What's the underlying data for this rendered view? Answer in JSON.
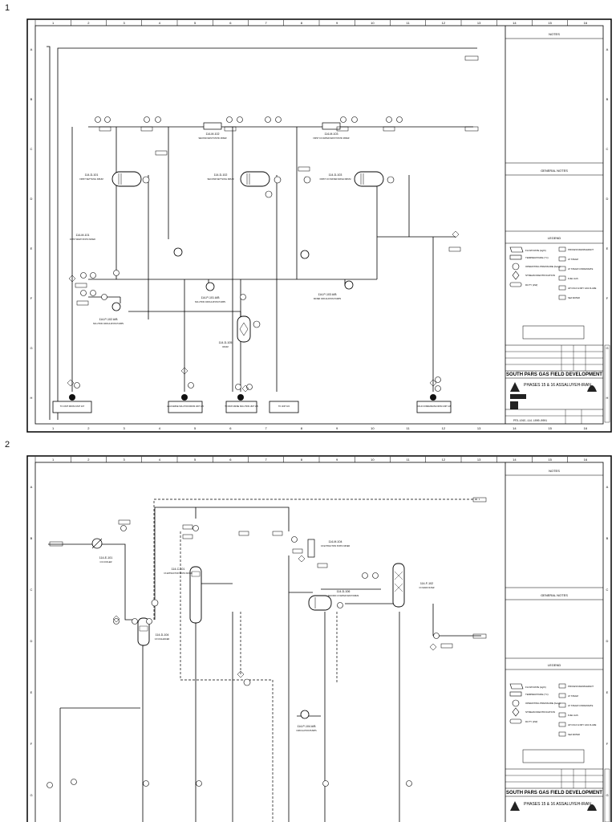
{
  "pages": [
    {
      "number": "1",
      "grid_cols": [
        "1",
        "2",
        "3",
        "4",
        "5",
        "6",
        "7",
        "8",
        "9",
        "10",
        "11",
        "12",
        "13",
        "14",
        "15",
        "16"
      ],
      "grid_rows": [
        "A",
        "B",
        "C",
        "D",
        "E",
        "F",
        "G",
        "H"
      ],
      "corner_tag": "",
      "equipment": [
        {
          "tag": "114-D-101",
          "name": "FIRST SETTLING DRUM"
        },
        {
          "tag": "114-D-102",
          "name": "SECOND SETTLING DRUM"
        },
        {
          "tag": "114-D-103",
          "name": "FIRST CO WATER WASH DRUM"
        },
        {
          "tag": "114-M-102",
          "name": "SECOND WASH STATIC MIXER"
        },
        {
          "tag": "114-M-103",
          "name": "FIRST CO WATER WASH STATIC MIXER"
        },
        {
          "tag": "114-M-101",
          "name": "FIRST WASH STATIC MIXER"
        },
        {
          "tag": "114-P-101 A/B",
          "name": "SOLUTION CIRCULATION PUMPS"
        },
        {
          "tag": "114-P-102 A/B",
          "name": "SOLUTION CIRCULATION PUMPS"
        },
        {
          "tag": "114-P-103 A/B",
          "name": "WATER CIRCULATION PUMPS"
        },
        {
          "tag": "114-D-105",
          "name": "DRUM"
        }
      ],
      "bottom_boxes": [
        {
          "label": "TO UNIT FROM UNIT 107"
        },
        {
          "label": "LEAN AMINE SOLUTION FROM UNIT 115"
        },
        {
          "label": "TO RICH AMINE SOLUTION UNIT 115"
        },
        {
          "label": "TO UNIT 115"
        },
        {
          "label": "COLD CONDENSATE FROM UNIT 115"
        }
      ],
      "notes_title": "NOTES",
      "general_notes_title": "GENERAL NOTES",
      "legend_title": "LEGEND",
      "legend_items": [
        "FLOW RATE (kg/h)",
        "TEMPERATURE (°C)",
        "OPERATING PRESSURE (barg)",
        "STREAM IDENTIFICATION",
        "DUTY (kW)"
      ],
      "legend_right": [
        "PROCESS REFRIGERANT",
        "LP STEAM",
        "LP STEAM CONDENSATE",
        "FUEL GAS",
        "HP COLD & DRY GAS FLARE",
        "SEA WATER"
      ],
      "project_title": "SOUTH PARS GAS FIELD DEVELOPMENT",
      "project_sub": "PHASES 15 & 16 ASSALUYEH-IRAN",
      "doc_number": "PFD-1015-114-1000-0001"
    },
    {
      "number": "2",
      "grid_cols": [
        "1",
        "2",
        "3",
        "4",
        "5",
        "6",
        "7",
        "8",
        "9",
        "10",
        "11",
        "12",
        "13",
        "14",
        "15",
        "16"
      ],
      "grid_rows": [
        "A",
        "B",
        "C",
        "D",
        "E",
        "F",
        "G"
      ],
      "equipment": [
        {
          "tag": "114-E-101",
          "name": "C3 COOLER"
        },
        {
          "tag": "114-C-101",
          "name": "C3 EXTRACTOR STATIC MIXER"
        },
        {
          "tag": "114-D-104",
          "name": "C3 COALESCER"
        },
        {
          "tag": "114-M-104",
          "name": "C3 EXTRACTION STATIC MIXER"
        },
        {
          "tag": "114-D-106",
          "name": "SECOND C3 WATER WASH DRUM"
        },
        {
          "tag": "114-F-102",
          "name": "C3 SAND FILTER"
        },
        {
          "tag": "114-P-104 A/B",
          "name": "CIRCULATION PUMPS"
        }
      ],
      "notes_title": "NOTES",
      "general_notes_title": "GENERAL NOTES",
      "legend_title": "LEGEND",
      "legend_items": [
        "FLOW RATE (kg/h)",
        "TEMPERATURE (°C)",
        "OPERATING PRESSURE (barg)",
        "STREAM IDENTIFICATION",
        "DUTY (kW)"
      ],
      "legend_right": [
        "PROCESS REFRIGERANT",
        "LP STEAM",
        "LP STEAM CONDENSATE",
        "FUEL GAS",
        "HP COLD & DRY GAS FLARE",
        "SEA WATER"
      ],
      "project_title": "SOUTH PARS GAS FIELD DEVELOPMENT",
      "project_sub": "PHASES 15 & 16 ASSALUYEH-IRAN"
    }
  ]
}
